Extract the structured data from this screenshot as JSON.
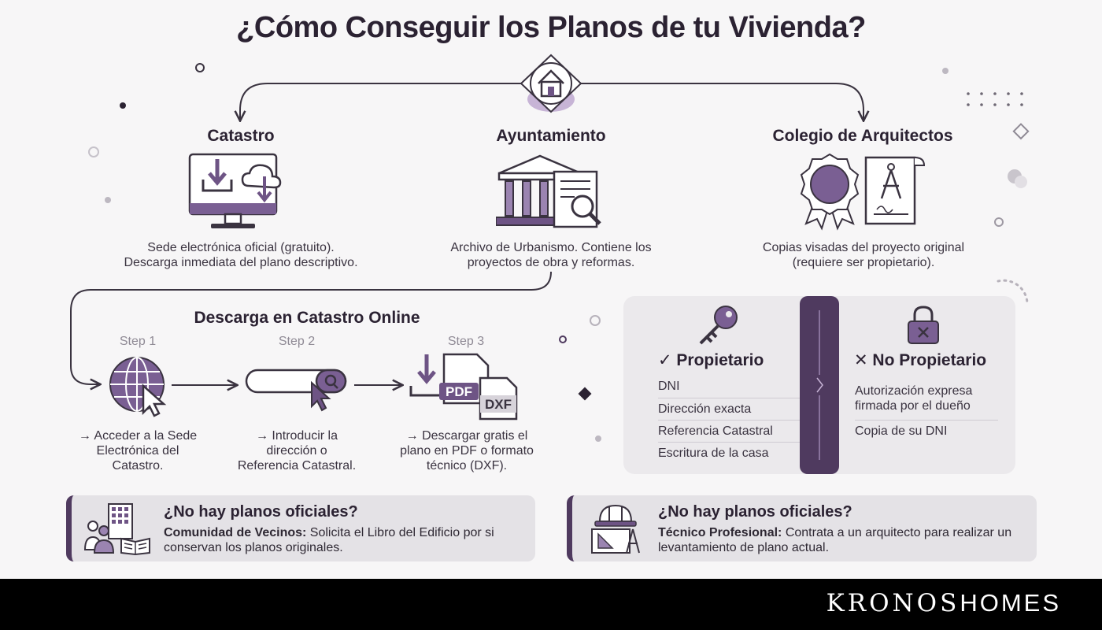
{
  "title": "¿Cómo Conseguir los Planos de tu Vivienda?",
  "sources": [
    {
      "title": "Catastro",
      "desc_line1": "Sede electrónica oficial (gratuito).",
      "desc_line2": "Descarga inmediata del plano descriptivo."
    },
    {
      "title": "Ayuntamiento",
      "desc_line1": "Archivo de Urbanismo. Contiene los",
      "desc_line2": "proyectos de obra y reformas."
    },
    {
      "title": "Colegio de Arquitectos",
      "desc_line1": "Copias visadas del proyecto original",
      "desc_line2": "(requiere ser propietario)."
    }
  ],
  "flow": {
    "title": "Descarga en Catastro Online",
    "steps": [
      {
        "label": "Step 1",
        "line1": "→ Acceder a la Sede",
        "line2": "Electrónica del",
        "line3": "Catastro."
      },
      {
        "label": "Step 2",
        "line1": "→ Introducir la",
        "line2": "dirección o",
        "line3": "Referencia Catastral."
      },
      {
        "label": "Step 3",
        "line1": "→ Descargar gratis el",
        "line2": "plano en PDF o formato",
        "line3": "técnico (DXF)."
      }
    ],
    "file_labels": {
      "pdf": "PDF",
      "dxf": "DXF"
    }
  },
  "requirements": {
    "owner": {
      "title": "✓ Propietario",
      "items": [
        "DNI",
        "Dirección exacta",
        "Referencia Catastral",
        "Escritura de la casa"
      ]
    },
    "non_owner": {
      "title": "✕ No Propietario",
      "items": [
        {
          "line1": "Autorización expresa",
          "line2": "firmada por el dueño"
        },
        {
          "line1": "Copia de su DNI",
          "line2": ""
        }
      ]
    }
  },
  "alternatives": [
    {
      "title": "¿No hay planos oficiales?",
      "bold": "Comunidad de Vecinos:",
      "line1": " Solicita el Libro del Edificio por si",
      "line2": "conservan los planos originales."
    },
    {
      "title": "¿No hay planos oficiales?",
      "bold": "Técnico Profesional:",
      "line1": " Contrata a un arquitecto para realizar un",
      "line2": "levantamiento de plano actual."
    }
  ],
  "brand": {
    "part1": "KRONOS",
    "part2": "HOMES"
  },
  "colors": {
    "accent": "#7a5f93",
    "dark_accent": "#4f3a5f",
    "text": "#2b2232",
    "panel": "#ebe9ec",
    "footer": "#000000"
  },
  "icons": [
    "home-icon",
    "download-monitor-icon",
    "cloud-download-icon",
    "town-hall-icon",
    "document-search-icon",
    "seal-badge-icon",
    "blueprint-compass-icon",
    "globe-cursor-icon",
    "search-bar-icon",
    "pdf-file-icon",
    "dxf-file-icon",
    "key-icon",
    "lock-icon",
    "neighbors-building-icon",
    "architect-tools-icon"
  ]
}
